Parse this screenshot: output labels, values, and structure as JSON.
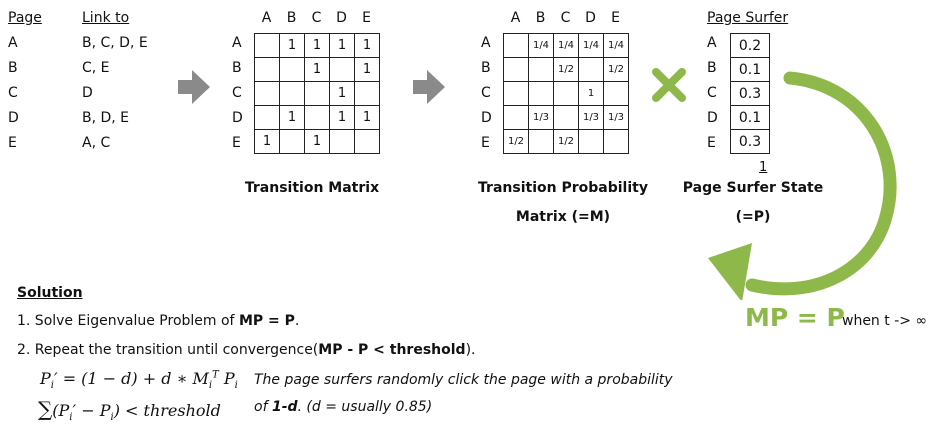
{
  "link_table": {
    "page_header": "Page",
    "link_header": "Link to",
    "rows": [
      {
        "page": "A",
        "links": "B, C, D, E"
      },
      {
        "page": "B",
        "links": "C, E"
      },
      {
        "page": "C",
        "links": "D"
      },
      {
        "page": "D",
        "links": "B, D, E"
      },
      {
        "page": "E",
        "links": "A, C"
      }
    ]
  },
  "transition_matrix": {
    "col_labels": [
      "A",
      "B",
      "C",
      "D",
      "E"
    ],
    "row_labels": [
      "A",
      "B",
      "C",
      "D",
      "E"
    ],
    "cells": [
      [
        "",
        "1",
        "1",
        "1",
        "1"
      ],
      [
        "",
        "",
        "1",
        "",
        "1"
      ],
      [
        "",
        "",
        "",
        "1",
        ""
      ],
      [
        "",
        "1",
        "",
        "1",
        "1"
      ],
      [
        "1",
        "",
        "1",
        "",
        ""
      ]
    ],
    "caption": "Transition Matrix"
  },
  "probability_matrix": {
    "col_labels": [
      "A",
      "B",
      "C",
      "D",
      "E"
    ],
    "row_labels": [
      "A",
      "B",
      "C",
      "D",
      "E"
    ],
    "cells": [
      [
        "",
        "1/4",
        "1/4",
        "1/4",
        "1/4"
      ],
      [
        "",
        "",
        "1/2",
        "",
        "1/2"
      ],
      [
        "",
        "",
        "",
        "1",
        ""
      ],
      [
        "",
        "1/3",
        "",
        "1/3",
        "1/3"
      ],
      [
        "1/2",
        "",
        "1/2",
        "",
        ""
      ]
    ],
    "caption_line1": "Transition Probability",
    "caption_line2": "Matrix (=M)"
  },
  "surfer": {
    "header": "Page Surfer",
    "row_labels": [
      "A",
      "B",
      "C",
      "D",
      "E"
    ],
    "values": [
      "0.2",
      "0.1",
      "0.3",
      "0.1",
      "0.3"
    ],
    "sum_label": "1",
    "caption_line1": "Page Surfer State",
    "caption_line2": "(=P)"
  },
  "loop": {
    "equation": "MP = P",
    "condition": "when t -> ∞"
  },
  "solution": {
    "title": "Solution",
    "step1_prefix": "1. Solve Eigenvalue  Problem of ",
    "step1_bold": "MP = P",
    "step1_suffix": ".",
    "step2_prefix": "2. Repeat the transition until convergence(",
    "step2_bold": "MP - P < threshold",
    "step2_suffix": ").",
    "note1": "The page surfers randomly click the page with a probability",
    "note2_prefix": "of ",
    "note2_bold": "1-d",
    "note2_suffix": ". (d = usually 0.85)"
  },
  "colors": {
    "arrow_gray": "#8a8a8a",
    "accent_green": "#8fb84a"
  },
  "icons": [
    "right-arrow-icon",
    "multiply-icon",
    "cycle-arrow-icon"
  ]
}
